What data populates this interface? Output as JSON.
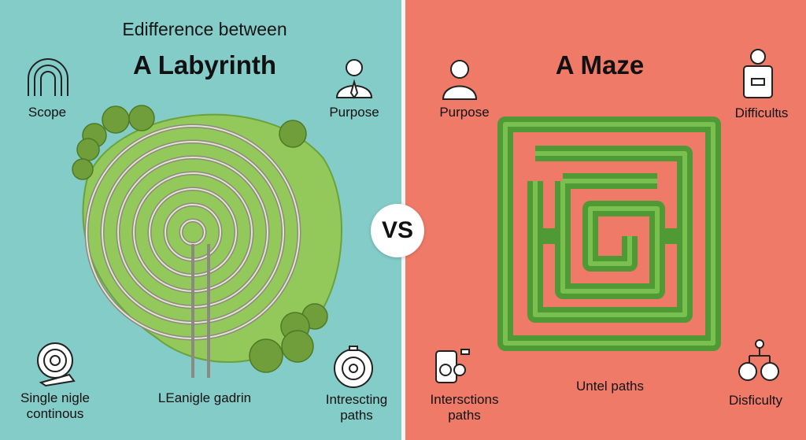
{
  "left": {
    "subtitle": "Edifference between",
    "title": "A Labyrinth",
    "background": "#84ccc8",
    "labels": {
      "top_left": "Scope",
      "top_right": "Purpose",
      "bottom_left_line1": "Single nigle",
      "bottom_left_line2": "continous",
      "bottom_center": "LEanigle gadrin",
      "bottom_right_line1": "Intrescting",
      "bottom_right_line2": "paths"
    },
    "icons": [
      "fingerprint-arch-icon",
      "businessman-icon",
      "target-pencil-icon",
      "stopwatch-spiral-icon"
    ]
  },
  "center": {
    "vs": "VS"
  },
  "right": {
    "title": "A Maze",
    "background": "#f07a68",
    "labels": {
      "top_left": "Purpose",
      "top_right": "Difficultɩs",
      "bottom_left_line1": "Intersctions",
      "bottom_left_line2": "paths",
      "bottom_center": "Untel paths",
      "bottom_right": "Disficulty"
    },
    "icons": [
      "person-icon",
      "person-with-device-icon",
      "connector-circles-icon",
      "branching-circles-icon"
    ]
  }
}
